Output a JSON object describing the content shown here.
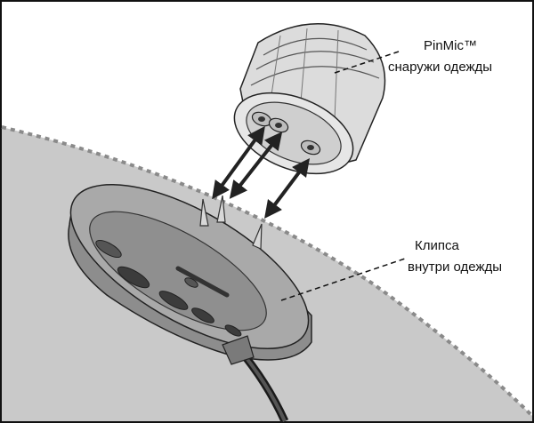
{
  "labels": {
    "pinmic_line1": "PinMic™",
    "pinmic_line2": "снаружи одежды",
    "clip_line1": "Клипса",
    "clip_line2": "внутри одежды"
  }
}
